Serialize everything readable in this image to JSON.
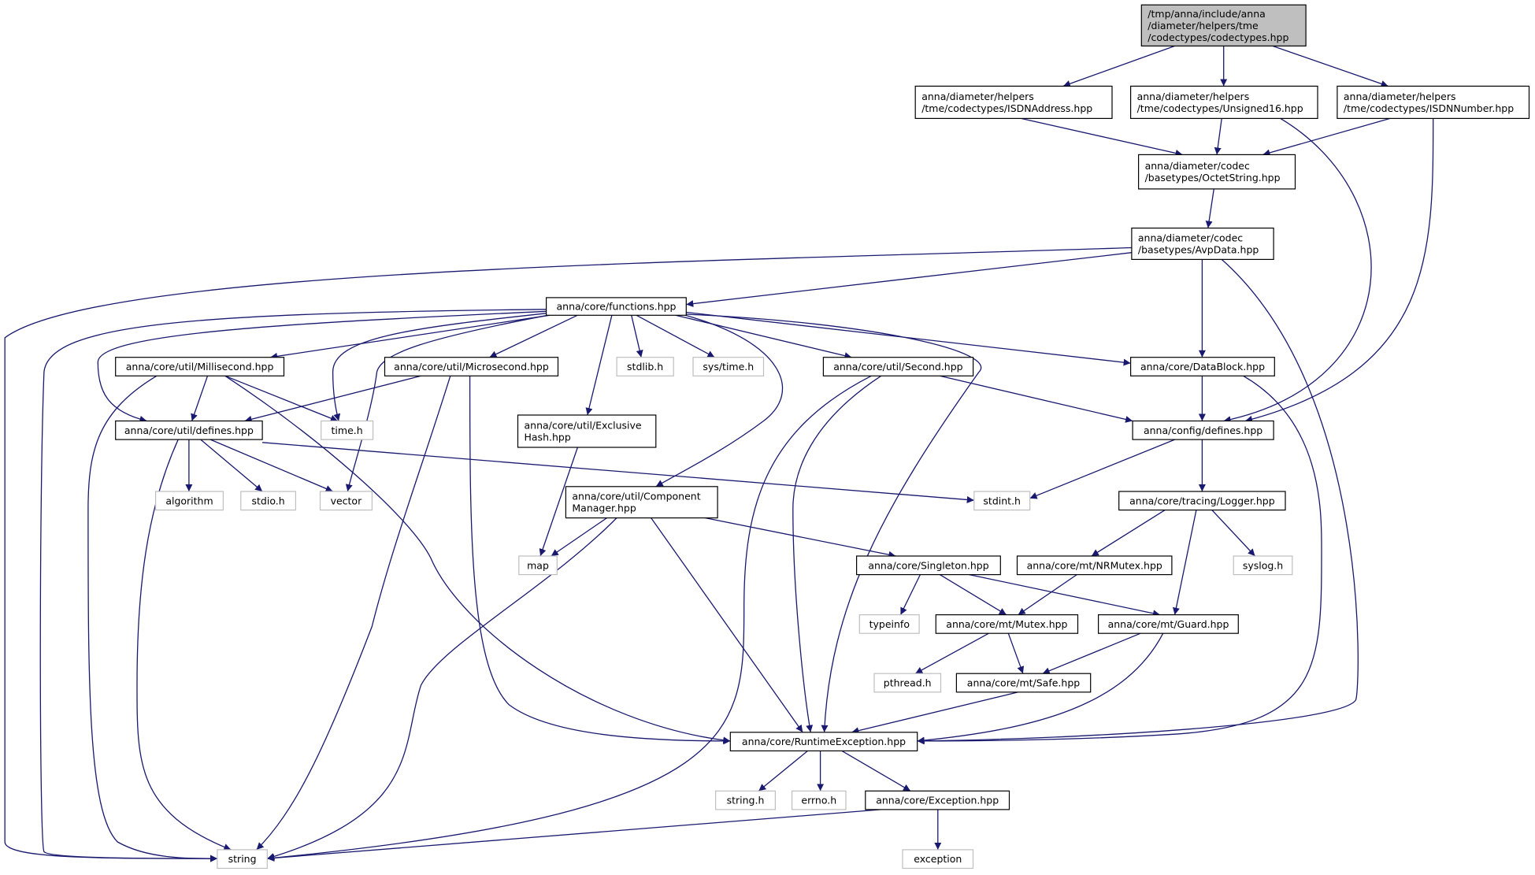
{
  "nodes": [
    {
      "id": "root",
      "kind": "root",
      "lines": [
        "/tmp/anna/include/anna",
        "/diameter/helpers/tme",
        "/codectypes/codectypes.hpp"
      ]
    },
    {
      "id": "isdnaddress",
      "kind": "local",
      "lines": [
        "anna/diameter/helpers",
        "/tme/codectypes/ISDNAddress.hpp"
      ]
    },
    {
      "id": "unsigned16",
      "kind": "local",
      "lines": [
        "anna/diameter/helpers",
        "/tme/codectypes/Unsigned16.hpp"
      ]
    },
    {
      "id": "isdnnumber",
      "kind": "local",
      "lines": [
        "anna/diameter/helpers",
        "/tme/codectypes/ISDNNumber.hpp"
      ]
    },
    {
      "id": "octetstring",
      "kind": "local",
      "lines": [
        "anna/diameter/codec",
        "/basetypes/OctetString.hpp"
      ]
    },
    {
      "id": "avpdata",
      "kind": "local",
      "lines": [
        "anna/diameter/codec",
        "/basetypes/AvpData.hpp"
      ]
    },
    {
      "id": "functions",
      "kind": "local",
      "lines": [
        "anna/core/functions.hpp"
      ]
    },
    {
      "id": "millisecond",
      "kind": "local",
      "lines": [
        "anna/core/util/Millisecond.hpp"
      ]
    },
    {
      "id": "microsecond",
      "kind": "local",
      "lines": [
        "anna/core/util/Microsecond.hpp"
      ]
    },
    {
      "id": "stdlib",
      "kind": "system",
      "lines": [
        "stdlib.h"
      ]
    },
    {
      "id": "systime",
      "kind": "system",
      "lines": [
        "sys/time.h"
      ]
    },
    {
      "id": "second",
      "kind": "local",
      "lines": [
        "anna/core/util/Second.hpp"
      ]
    },
    {
      "id": "datablock",
      "kind": "local",
      "lines": [
        "anna/core/DataBlock.hpp"
      ]
    },
    {
      "id": "utildefines",
      "kind": "local",
      "lines": [
        "anna/core/util/defines.hpp"
      ]
    },
    {
      "id": "timeh",
      "kind": "system",
      "lines": [
        "time.h"
      ]
    },
    {
      "id": "exclusivehash",
      "kind": "local",
      "lines": [
        "anna/core/util/Exclusive",
        "Hash.hpp"
      ]
    },
    {
      "id": "configdefines",
      "kind": "local",
      "lines": [
        "anna/config/defines.hpp"
      ]
    },
    {
      "id": "algorithm",
      "kind": "system",
      "lines": [
        "algorithm"
      ]
    },
    {
      "id": "stdioh",
      "kind": "system",
      "lines": [
        "stdio.h"
      ]
    },
    {
      "id": "vector",
      "kind": "system",
      "lines": [
        "vector"
      ]
    },
    {
      "id": "componentmanager",
      "kind": "local",
      "lines": [
        "anna/core/util/Component",
        "Manager.hpp"
      ]
    },
    {
      "id": "stdint",
      "kind": "system",
      "lines": [
        "stdint.h"
      ]
    },
    {
      "id": "logger",
      "kind": "local",
      "lines": [
        "anna/core/tracing/Logger.hpp"
      ]
    },
    {
      "id": "map",
      "kind": "system",
      "lines": [
        "map"
      ]
    },
    {
      "id": "singleton",
      "kind": "local",
      "lines": [
        "anna/core/Singleton.hpp"
      ]
    },
    {
      "id": "nrmutex",
      "kind": "local",
      "lines": [
        "anna/core/mt/NRMutex.hpp"
      ]
    },
    {
      "id": "syslog",
      "kind": "system",
      "lines": [
        "syslog.h"
      ]
    },
    {
      "id": "typeinfo",
      "kind": "system",
      "lines": [
        "typeinfo"
      ]
    },
    {
      "id": "mutex",
      "kind": "local",
      "lines": [
        "anna/core/mt/Mutex.hpp"
      ]
    },
    {
      "id": "guard",
      "kind": "local",
      "lines": [
        "anna/core/mt/Guard.hpp"
      ]
    },
    {
      "id": "pthread",
      "kind": "system",
      "lines": [
        "pthread.h"
      ]
    },
    {
      "id": "safe",
      "kind": "local",
      "lines": [
        "anna/core/mt/Safe.hpp"
      ]
    },
    {
      "id": "runtimeexception",
      "kind": "local",
      "lines": [
        "anna/core/RuntimeException.hpp"
      ]
    },
    {
      "id": "stringh",
      "kind": "system",
      "lines": [
        "string.h"
      ]
    },
    {
      "id": "errnoh",
      "kind": "system",
      "lines": [
        "errno.h"
      ]
    },
    {
      "id": "exceptionhpp",
      "kind": "local",
      "lines": [
        "anna/core/Exception.hpp"
      ]
    },
    {
      "id": "string",
      "kind": "system",
      "lines": [
        "string"
      ]
    },
    {
      "id": "exception",
      "kind": "system",
      "lines": [
        "exception"
      ]
    }
  ],
  "edges": [
    [
      "root",
      "isdnaddress"
    ],
    [
      "root",
      "unsigned16"
    ],
    [
      "root",
      "isdnnumber"
    ],
    [
      "isdnaddress",
      "octetstring"
    ],
    [
      "unsigned16",
      "octetstring"
    ],
    [
      "unsigned16",
      "configdefines"
    ],
    [
      "isdnnumber",
      "octetstring"
    ],
    [
      "isdnnumber",
      "configdefines"
    ],
    [
      "octetstring",
      "avpdata"
    ],
    [
      "avpdata",
      "string"
    ],
    [
      "avpdata",
      "functions"
    ],
    [
      "avpdata",
      "datablock"
    ],
    [
      "avpdata",
      "runtimeexception"
    ],
    [
      "functions",
      "millisecond"
    ],
    [
      "functions",
      "microsecond"
    ],
    [
      "functions",
      "stdlib"
    ],
    [
      "functions",
      "systime"
    ],
    [
      "functions",
      "second"
    ],
    [
      "functions",
      "datablock"
    ],
    [
      "functions",
      "utildefines"
    ],
    [
      "functions",
      "timeh"
    ],
    [
      "functions",
      "vector"
    ],
    [
      "functions",
      "exclusivehash"
    ],
    [
      "functions",
      "componentmanager"
    ],
    [
      "functions",
      "runtimeexception"
    ],
    [
      "functions",
      "string"
    ],
    [
      "millisecond",
      "utildefines"
    ],
    [
      "millisecond",
      "timeh"
    ],
    [
      "millisecond",
      "runtimeexception"
    ],
    [
      "millisecond",
      "string"
    ],
    [
      "microsecond",
      "utildefines"
    ],
    [
      "microsecond",
      "runtimeexception"
    ],
    [
      "microsecond",
      "string"
    ],
    [
      "second",
      "configdefines"
    ],
    [
      "second",
      "runtimeexception"
    ],
    [
      "second",
      "string"
    ],
    [
      "datablock",
      "configdefines"
    ],
    [
      "datablock",
      "runtimeexception"
    ],
    [
      "utildefines",
      "algorithm"
    ],
    [
      "utildefines",
      "stdioh"
    ],
    [
      "utildefines",
      "vector"
    ],
    [
      "utildefines",
      "stdint"
    ],
    [
      "utildefines",
      "string"
    ],
    [
      "exclusivehash",
      "map"
    ],
    [
      "configdefines",
      "stdint"
    ],
    [
      "configdefines",
      "logger"
    ],
    [
      "componentmanager",
      "map"
    ],
    [
      "componentmanager",
      "singleton"
    ],
    [
      "componentmanager",
      "runtimeexception"
    ],
    [
      "componentmanager",
      "string"
    ],
    [
      "logger",
      "nrmutex"
    ],
    [
      "logger",
      "guard"
    ],
    [
      "logger",
      "syslog"
    ],
    [
      "singleton",
      "typeinfo"
    ],
    [
      "singleton",
      "mutex"
    ],
    [
      "singleton",
      "guard"
    ],
    [
      "nrmutex",
      "mutex"
    ],
    [
      "mutex",
      "pthread"
    ],
    [
      "mutex",
      "safe"
    ],
    [
      "guard",
      "safe"
    ],
    [
      "guard",
      "runtimeexception"
    ],
    [
      "safe",
      "runtimeexception"
    ],
    [
      "runtimeexception",
      "stringh"
    ],
    [
      "runtimeexception",
      "errnoh"
    ],
    [
      "runtimeexception",
      "exceptionhpp"
    ],
    [
      "exceptionhpp",
      "string"
    ],
    [
      "exceptionhpp",
      "exception"
    ]
  ],
  "colors": {
    "edge": "#191970",
    "node_border": "#000000",
    "system_border": "#bfbfbf",
    "root_fill": "#bfbfbf",
    "background": "#ffffff"
  }
}
